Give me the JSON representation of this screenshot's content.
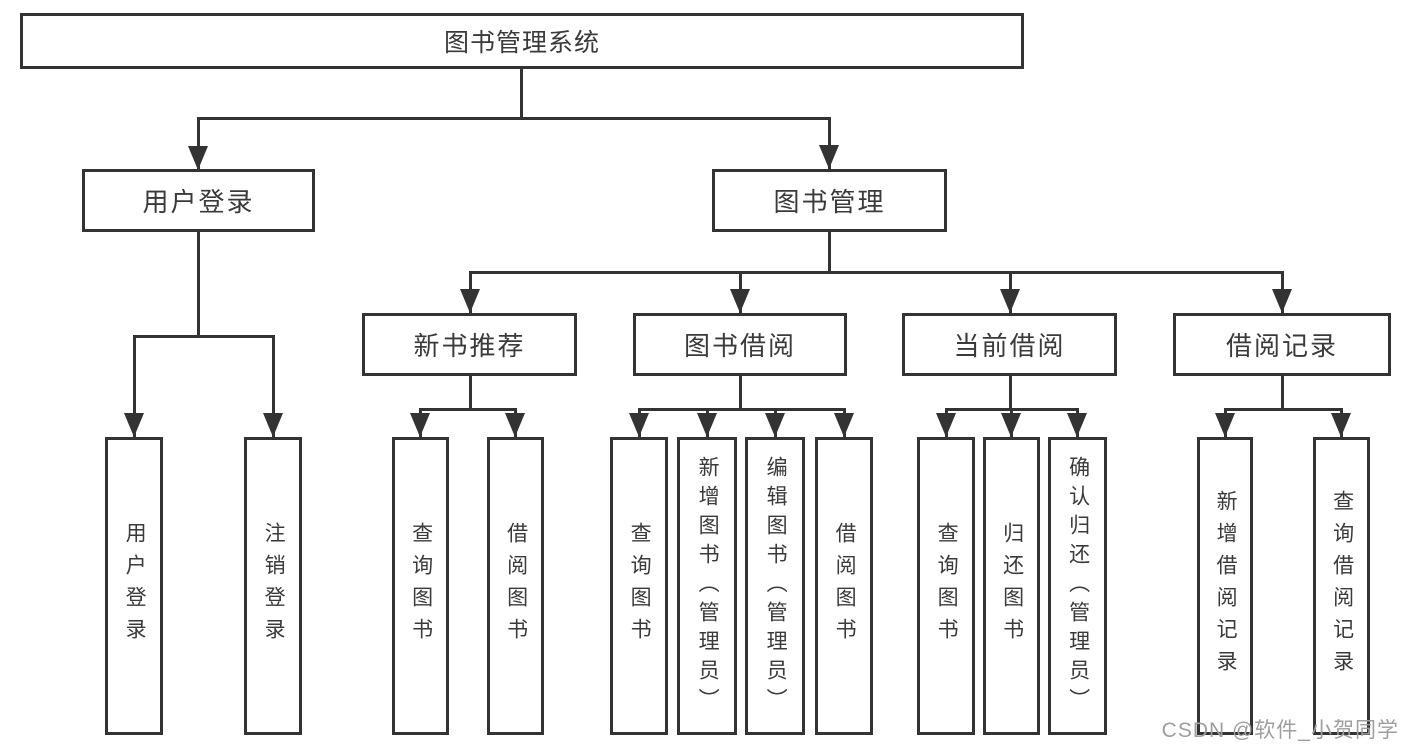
{
  "diagram_title": "图书管理系统",
  "nodes": {
    "root": "图书管理系统",
    "user_login": "用户登录",
    "book_management": "图书管理",
    "new_book_recommend": "新书推荐",
    "book_borrowing": "图书借阅",
    "current_borrowing": "当前借阅",
    "borrowing_records": "借阅记录",
    "ul_user_login": "用户登录",
    "ul_logout": "注销登录",
    "nb_query_books": "查询图书",
    "nb_borrow_books": "借阅图书",
    "bb_query_books": "查询图书",
    "bb_add_books_admin": "新增图书（管理员）",
    "bb_edit_books_admin": "编辑图书（管理员）",
    "bb_borrow_books": "借阅图书",
    "cb_query_books": "查询图书",
    "cb_return_books": "归还图书",
    "cb_confirm_return_admin": "确认归还（管理员）",
    "br_add_record": "新增借阅记录",
    "br_query_record": "查询借阅记录"
  },
  "watermark": "CSDN @软件_小贺同学",
  "colors": {
    "line": "#333333",
    "border": "#333333",
    "text": "#3a3a3a",
    "watermark": "#9e9e9e",
    "background": "#ffffff"
  }
}
